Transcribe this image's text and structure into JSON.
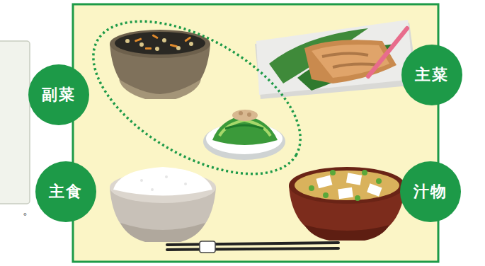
{
  "diagram": {
    "nodes": [
      {
        "text": [
          "副菜"
        ]
      },
      {
        "text": [
          "主菜"
        ]
      },
      {
        "text": [
          "主食"
        ]
      },
      {
        "text": [
          "汁物"
        ]
      }
    ],
    "labels": [
      "。"
    ]
  }
}
